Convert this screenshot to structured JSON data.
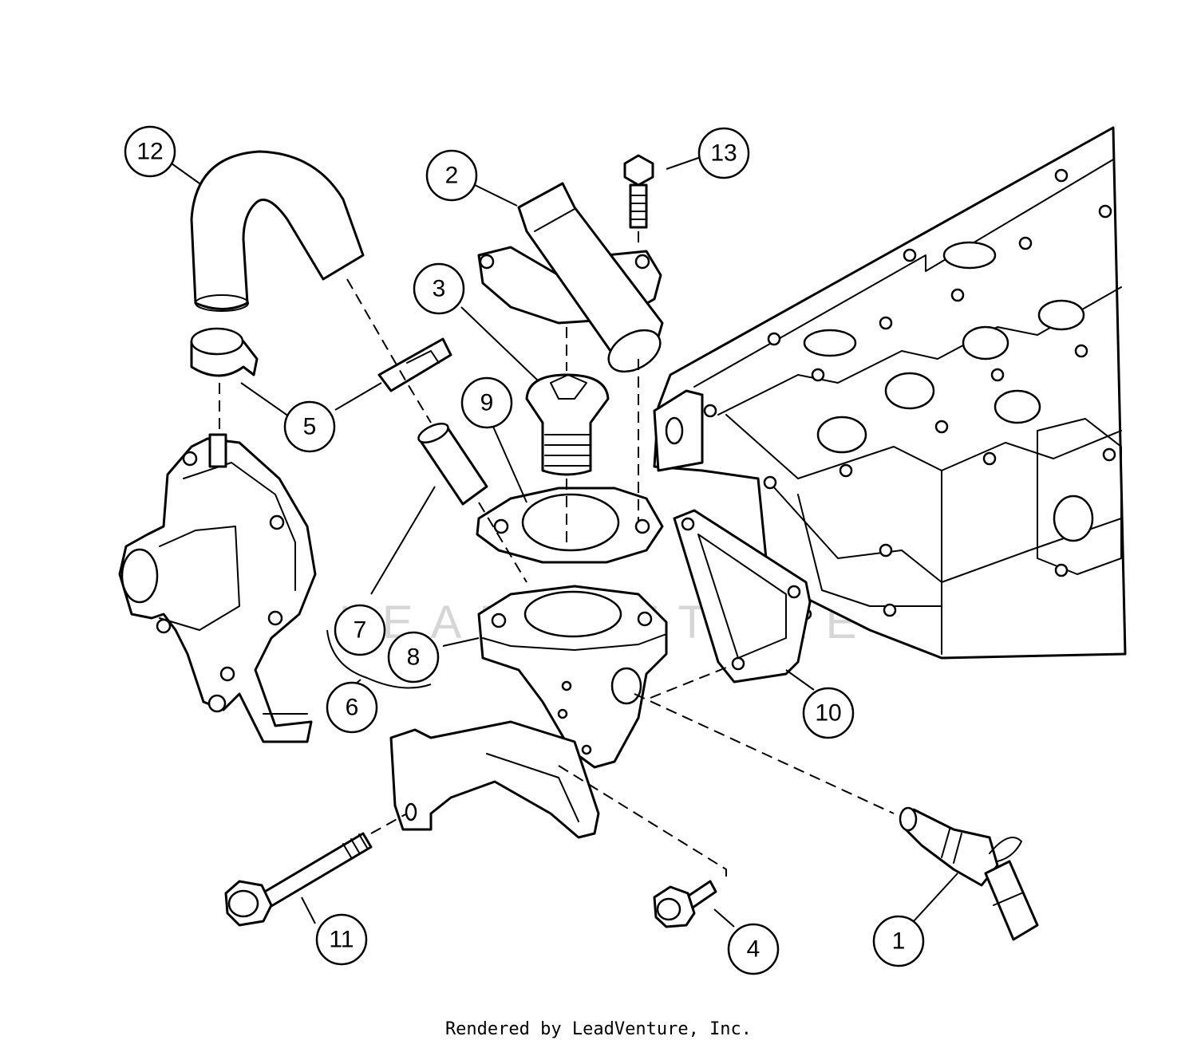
{
  "watermark": "LEADVENTURE",
  "footer": "Rendered by LeadVenture, Inc.",
  "callouts": [
    {
      "id": "callout-1",
      "label": "1"
    },
    {
      "id": "callout-2",
      "label": "2"
    },
    {
      "id": "callout-3",
      "label": "3"
    },
    {
      "id": "callout-4",
      "label": "4"
    },
    {
      "id": "callout-5",
      "label": "5"
    },
    {
      "id": "callout-6",
      "label": "6"
    },
    {
      "id": "callout-7",
      "label": "7"
    },
    {
      "id": "callout-8",
      "label": "8"
    },
    {
      "id": "callout-9",
      "label": "9"
    },
    {
      "id": "callout-10",
      "label": "10"
    },
    {
      "id": "callout-11",
      "label": "11"
    },
    {
      "id": "callout-12",
      "label": "12"
    },
    {
      "id": "callout-13",
      "label": "13"
    }
  ]
}
